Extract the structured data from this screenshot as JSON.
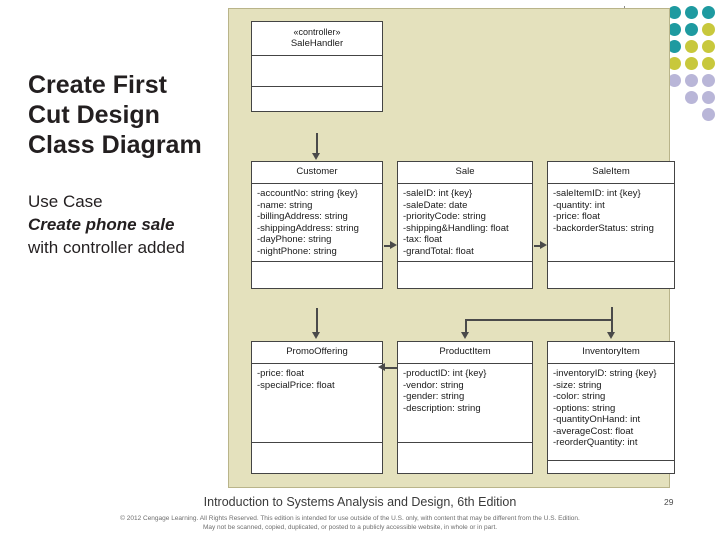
{
  "slide": {
    "title": "Create First Cut Design Class Diagram",
    "subtitle_parts": {
      "lead": "Use Case",
      "emphasis": "Create phone sale",
      "tail": "with controller added"
    },
    "footer": "Introduction to Systems Analysis and Design, 6th Edition",
    "copyright_line1": "© 2012 Cengage Learning. All Rights Reserved. This edition is intended for use outside of the U.S. only, with content that may be different from the U.S. Edition.",
    "copyright_line2": "May not be scanned, copied, duplicated, or posted to a publicly accessible website, in whole or in part.",
    "page_number": "29"
  },
  "decor": {
    "colors": {
      "teal": "#1e9aa0",
      "olive": "#c8c83c",
      "lavender": "#b9b6d8",
      "panel_bg": "#e4e1bd",
      "panel_border": "#b9b48a"
    }
  },
  "diagram": {
    "type": "uml-class-diagram",
    "classes": [
      {
        "id": "sale-handler",
        "stereotype": "«controller»",
        "name": "SaleHandler",
        "attributes": [],
        "operations": []
      },
      {
        "id": "customer",
        "stereotype": "",
        "name": "Customer",
        "attributes": [
          "-accountNo: string {key}",
          "-name: string",
          "-billingAddress: string",
          "-shippingAddress: string",
          "-dayPhone: string",
          "-nightPhone: string"
        ],
        "operations": []
      },
      {
        "id": "sale",
        "stereotype": "",
        "name": "Sale",
        "attributes": [
          "-saleID: int {key}",
          "-saleDate: date",
          "-priorityCode: string",
          "-shipping&Handling: float",
          "-tax: float",
          "-grandTotal: float"
        ],
        "operations": []
      },
      {
        "id": "sale-item",
        "stereotype": "",
        "name": "SaleItem",
        "attributes": [
          "-saleItemID: int {key}",
          "-quantity: int",
          "-price: float",
          "-backorderStatus: string"
        ],
        "operations": []
      },
      {
        "id": "promo-offering",
        "stereotype": "",
        "name": "PromoOffering",
        "attributes": [
          "-price: float",
          "-specialPrice: float"
        ],
        "operations": []
      },
      {
        "id": "product-item",
        "stereotype": "",
        "name": "ProductItem",
        "attributes": [
          "-productID: int {key}",
          "-vendor: string",
          "-gender: string",
          "-description: string"
        ],
        "operations": []
      },
      {
        "id": "inventory-item",
        "stereotype": "",
        "name": "InventoryItem",
        "attributes": [
          "-inventoryID: string {key}",
          "-size: string",
          "-color: string",
          "-options: string",
          "-quantityOnHand: int",
          "-averageCost: float",
          "-reorderQuantity: int"
        ],
        "operations": []
      }
    ],
    "associations": [
      {
        "from": "customer",
        "to": "sale",
        "direction": "right"
      },
      {
        "from": "sale",
        "to": "sale-item",
        "direction": "right"
      },
      {
        "from": "sale-handler",
        "to": "customer",
        "direction": "down"
      },
      {
        "from": "sale-item",
        "to": "product-item",
        "direction": "down"
      },
      {
        "from": "sale-item",
        "to": "inventory-item",
        "direction": "down"
      },
      {
        "from": "customer",
        "to": "promo-offering",
        "direction": "down"
      },
      {
        "from": "product-item",
        "to": "promo-offering",
        "direction": "left"
      }
    ]
  }
}
